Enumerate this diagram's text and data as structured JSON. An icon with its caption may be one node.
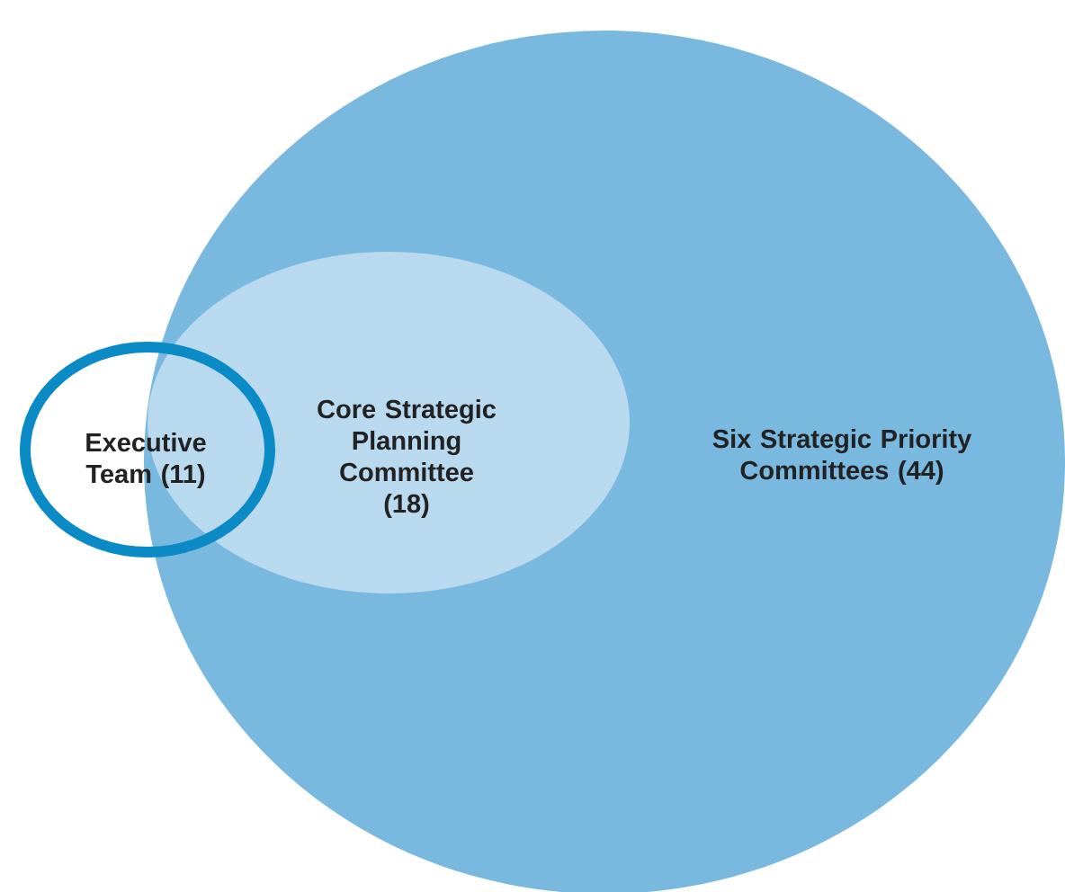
{
  "diagram": {
    "nodes": [
      {
        "text": [
          "Six Strategic Priority Committees (44)"
        ]
      },
      {
        "text": [
          "Core Strategic Planning Committee (18)"
        ],
        "in": 0
      },
      {
        "text": [
          "Executive Team (11)"
        ]
      }
    ]
  }
}
